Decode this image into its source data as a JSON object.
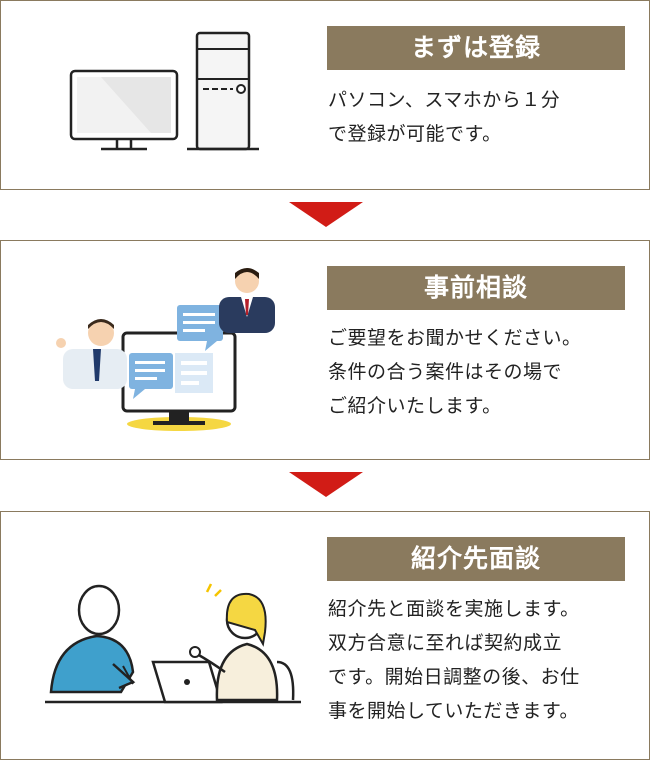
{
  "steps": [
    {
      "title": "まずは登録",
      "description": "パソコン、スマホから１分\nで登録が可能です。",
      "icon": "desktop-pc-icon"
    },
    {
      "title": "事前相談",
      "description": "ご要望をお聞かせください。\n条件の合う案件はその場で\nご紹介いたします。",
      "icon": "video-consultation-icon"
    },
    {
      "title": "紹介先面談",
      "description": "紹介先と面談を実施します。\n双方合意に至れば契約成立\nです。開始日調整の後、お仕\n事を開始していただきます。",
      "icon": "meeting-icon"
    }
  ],
  "colors": {
    "accent": "#8a7a5e",
    "arrow": "#d11c16",
    "text": "#222222"
  }
}
